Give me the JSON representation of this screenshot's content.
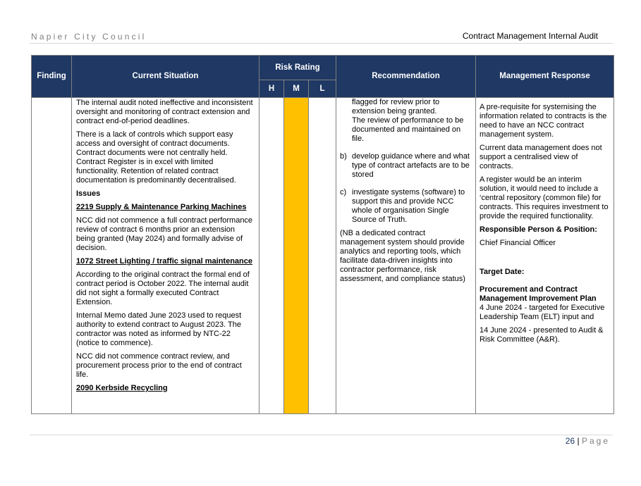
{
  "header": {
    "org": "Napier City Council",
    "doc_title": "Contract Management Internal Audit"
  },
  "table": {
    "headers": {
      "finding": "Finding",
      "current_situation": "Current Situation",
      "risk_rating": "Risk Rating",
      "h": "H",
      "m": "M",
      "l": "L",
      "recommendation": "Recommendation",
      "management_response": "Management Response"
    },
    "row": {
      "finding": "",
      "current_situation": {
        "p1": "The internal audit noted ineffective and inconsistent oversight and monitoring of contract extension and contract end-of-period deadlines.",
        "p2": "There is a lack of controls which support easy access and oversight of contract documents. Contract documents were not centrally held. Contract Register is in excel with limited functionality. Retention of related contract documentation is predominantly decentralised.",
        "issues_label": "Issues",
        "issue1_title": "2219 Supply & Maintenance Parking Machines",
        "issue1_text": "NCC did not commence a full contract performance review of contract 6 months prior an extension being granted (May 2024) and formally advise of decision.",
        "issue2_title": "1072 Street Lighting / traffic signal maintenance",
        "issue2_text1": "According to the original contract the formal end of contract period is October 2022. The internal audit did not sight a formally executed Contract Extension.",
        "issue2_text2": "Internal Memo dated June 2023 used to request authority to extend contract to August 2023. The contractor was noted as informed by NTC-22 (notice to commence).",
        "issue2_text3": "NCC did not commence contract review, and procurement process prior to the end of contract life.",
        "issue3_title": "2090 Kerbside Recycling"
      },
      "risk": {
        "h": false,
        "m": true,
        "l": false
      },
      "recommendation": {
        "cont": "flagged for review prior to extension being granted.",
        "cont2": "The review of performance to be documented and maintained on file.",
        "b_marker": "b)",
        "b_text": "develop guidance where and what type of contract artefacts are to be stored",
        "c_marker": "c)",
        "c_text": "investigate systems (software) to support this and provide NCC whole of organisation Single Source of Truth.",
        "nb": "(NB a dedicated contract management system should provide analytics and reporting tools, which facilitate data-driven insights into contractor performance, risk assessment, and compliance status)"
      },
      "management_response": {
        "p1": "A pre-requisite for systemising the information related to contracts is the need to have an NCC contract management system.",
        "p2": "Current data management does not support a centralised view of contracts.",
        "p3": "A register would be an interim solution, it would need to include a ‘central repository (common file) for contracts.  This requires investment to provide the required functionality.",
        "person_label": "Responsible Person & Position:",
        "person": "Chief Financial Officer",
        "target_label": "Target Date:",
        "plan_title": "Procurement and Contract Management Improvement Plan",
        "plan_text": "4 June 2024 - targeted for Executive Leadership Team (ELT) input and",
        "plan_text2": "14 June 2024 - presented to Audit & Risk Committee (A&R)."
      }
    }
  },
  "footer": {
    "page_number": "26",
    "separator": "|",
    "page_word": "Page"
  },
  "colors": {
    "header_bg": "#1f3864",
    "risk_h": "#ff0000",
    "risk_m": "#ffc000",
    "risk_l": "#ffff00"
  }
}
